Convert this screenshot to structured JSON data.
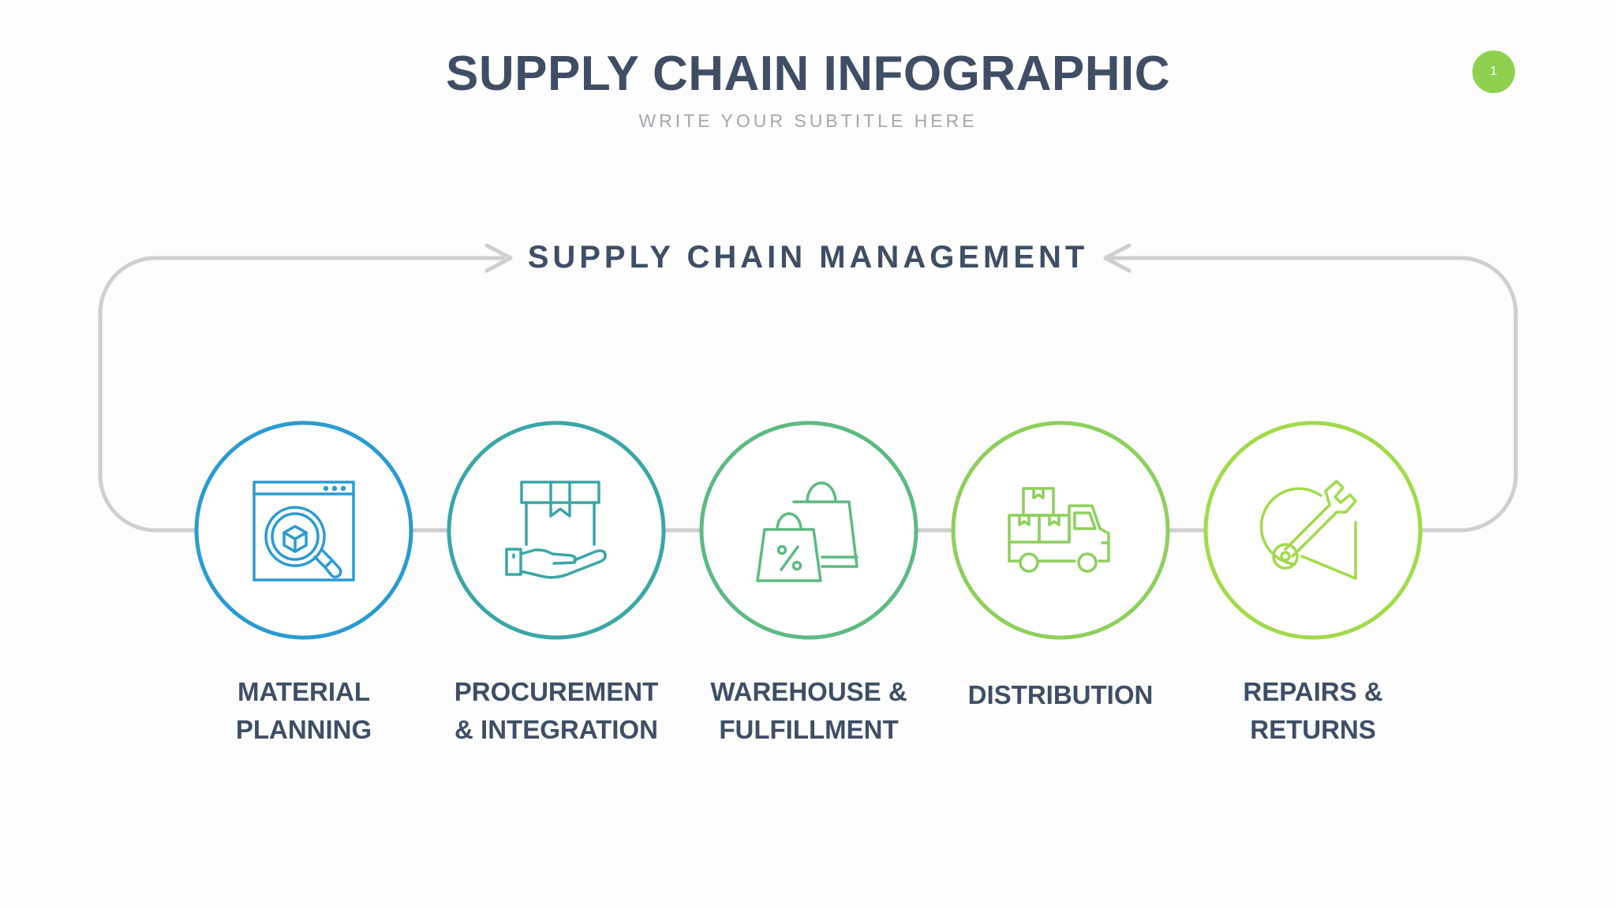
{
  "header": {
    "title": "SUPPLY CHAIN INFOGRAPHIC",
    "subtitle": "WRITE YOUR SUBTITLE HERE",
    "page_number": "1"
  },
  "diagram": {
    "center_label": "SUPPLY CHAIN MANAGEMENT",
    "steps": [
      {
        "label": "MATERIAL\nPLANNING",
        "icon": "browser-search-box-icon",
        "color": "#2a9bd0"
      },
      {
        "label": "PROCUREMENT\n& INTEGRATION",
        "icon": "hand-holding-box-icon",
        "color": "#3aa6a6"
      },
      {
        "label": "WAREHOUSE &\nFULFILLMENT",
        "icon": "shopping-bags-icon",
        "color": "#5cba82"
      },
      {
        "label": "DISTRIBUTION",
        "icon": "delivery-truck-icon",
        "color": "#8dcf5b"
      },
      {
        "label": "REPAIRS &\nRETURNS",
        "icon": "wrench-icon",
        "color": "#a1da4a"
      }
    ],
    "colors": {
      "gradient_start": "#2a9bd0",
      "gradient_end": "#a5de45",
      "connector": "#cfcfcf",
      "text": "#3f4e65",
      "badge": "#8fd14f"
    }
  }
}
